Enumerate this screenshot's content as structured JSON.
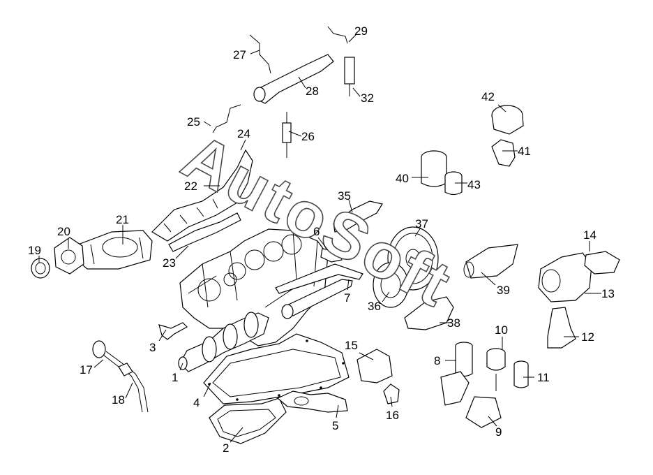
{
  "watermark": {
    "text": "AutoSoft"
  },
  "callouts": [
    {
      "id": "c1",
      "label": "1"
    },
    {
      "id": "c2",
      "label": "2"
    },
    {
      "id": "c3",
      "label": "3"
    },
    {
      "id": "c4",
      "label": "4"
    },
    {
      "id": "c5",
      "label": "5"
    },
    {
      "id": "c6",
      "label": "6"
    },
    {
      "id": "c7",
      "label": "7"
    },
    {
      "id": "c8",
      "label": "8"
    },
    {
      "id": "c9",
      "label": "9"
    },
    {
      "id": "c10",
      "label": "10"
    },
    {
      "id": "c11",
      "label": "11"
    },
    {
      "id": "c12",
      "label": "12"
    },
    {
      "id": "c13",
      "label": "13"
    },
    {
      "id": "c14",
      "label": "14"
    },
    {
      "id": "c15",
      "label": "15"
    },
    {
      "id": "c16",
      "label": "16"
    },
    {
      "id": "c17",
      "label": "17"
    },
    {
      "id": "c18",
      "label": "18"
    },
    {
      "id": "c19",
      "label": "19"
    },
    {
      "id": "c20",
      "label": "20"
    },
    {
      "id": "c21",
      "label": "21"
    },
    {
      "id": "c22",
      "label": "22"
    },
    {
      "id": "c23",
      "label": "23"
    },
    {
      "id": "c24",
      "label": "24"
    },
    {
      "id": "c25",
      "label": "25"
    },
    {
      "id": "c26",
      "label": "26"
    },
    {
      "id": "c27",
      "label": "27"
    },
    {
      "id": "c28",
      "label": "28"
    },
    {
      "id": "c29",
      "label": "29"
    },
    {
      "id": "c32",
      "label": "32"
    },
    {
      "id": "c35",
      "label": "35"
    },
    {
      "id": "c36",
      "label": "36"
    },
    {
      "id": "c37",
      "label": "37"
    },
    {
      "id": "c38",
      "label": "38"
    },
    {
      "id": "c39",
      "label": "39"
    },
    {
      "id": "c40",
      "label": "40"
    },
    {
      "id": "c41",
      "label": "41"
    },
    {
      "id": "c42",
      "label": "42"
    },
    {
      "id": "c43",
      "label": "43"
    }
  ]
}
